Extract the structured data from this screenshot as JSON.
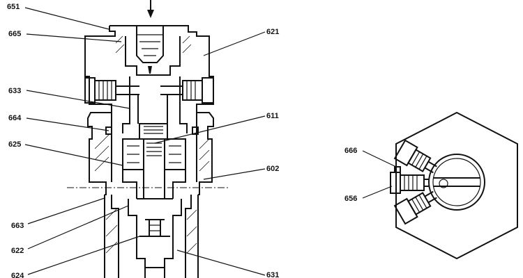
{
  "diagram": {
    "main_view": {
      "callouts_left": [
        {
          "id": "651",
          "label": "651"
        },
        {
          "id": "665",
          "label": "665"
        },
        {
          "id": "633",
          "label": "633"
        },
        {
          "id": "664",
          "label": "664"
        },
        {
          "id": "625",
          "label": "625"
        },
        {
          "id": "663",
          "label": "663"
        },
        {
          "id": "622",
          "label": "622"
        },
        {
          "id": "624",
          "label": "624"
        }
      ],
      "callouts_right": [
        {
          "id": "621",
          "label": "621"
        },
        {
          "id": "611",
          "label": "611"
        },
        {
          "id": "602",
          "label": "602"
        },
        {
          "id": "631",
          "label": "631"
        }
      ]
    },
    "detail_view": {
      "callouts": [
        {
          "id": "666",
          "label": "666"
        },
        {
          "id": "656",
          "label": "656"
        }
      ]
    }
  }
}
